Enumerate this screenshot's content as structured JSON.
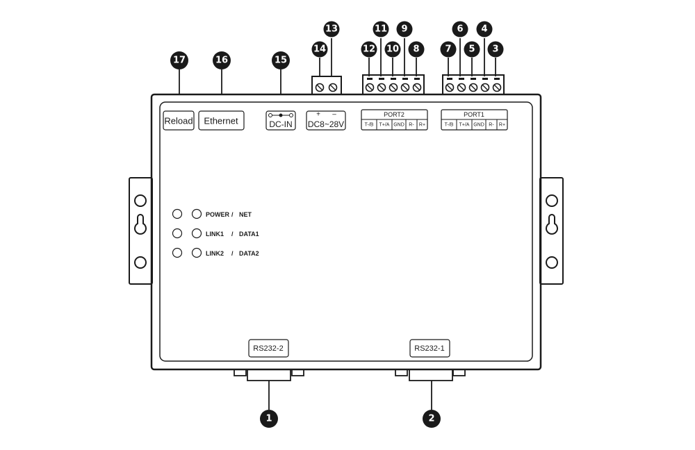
{
  "panel": {
    "reload_label": "Reload",
    "ethernet_label": "Ethernet",
    "dcin_label": "DC-IN",
    "power_plus": "+",
    "power_minus": "–",
    "power_range": "DC8~28V",
    "port2_title": "PORT2",
    "port1_title": "PORT1",
    "pins": [
      "T-/B",
      "T+/A",
      "GND",
      "R-",
      "R+"
    ],
    "rs232_2_label": "RS232-2",
    "rs232_1_label": "RS232-1"
  },
  "leds": [
    {
      "left": "POWER",
      "sep": "/",
      "right": "NET"
    },
    {
      "left": "LINK1",
      "sep": "/",
      "right": "DATA1"
    },
    {
      "left": "LINK2",
      "sep": "/",
      "right": "DATA2"
    }
  ],
  "callouts": [
    "1",
    "2",
    "3",
    "4",
    "5",
    "6",
    "7",
    "8",
    "9",
    "10",
    "11",
    "12",
    "13",
    "14",
    "15",
    "16",
    "17"
  ],
  "colors": {
    "ink": "#1a1a1a",
    "background": "#ffffff"
  }
}
